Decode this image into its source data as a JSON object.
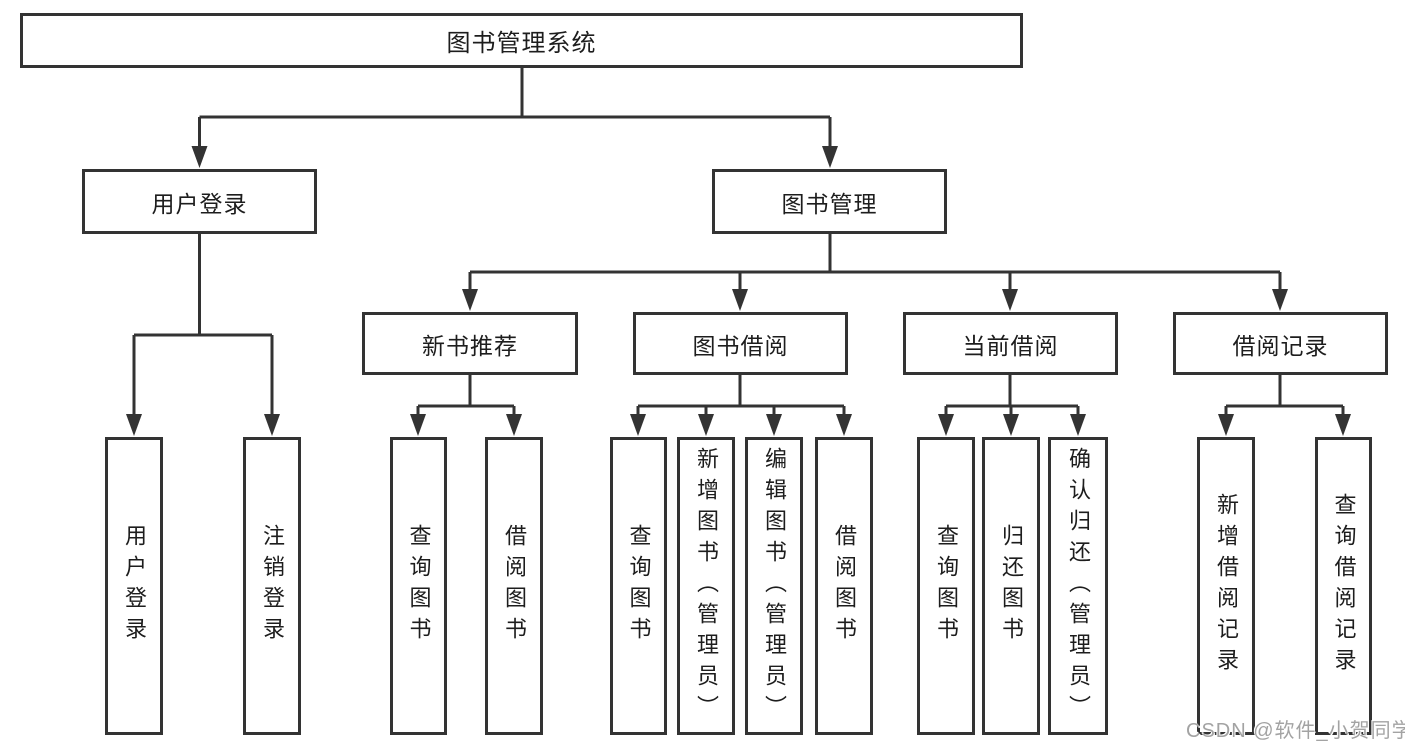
{
  "root": {
    "label": "图书管理系统"
  },
  "level2": [
    {
      "label": "用户登录"
    },
    {
      "label": "图书管理"
    }
  ],
  "level3": [
    {
      "label": "新书推荐",
      "parent": "图书管理"
    },
    {
      "label": "图书借阅",
      "parent": "图书管理"
    },
    {
      "label": "当前借阅",
      "parent": "图书管理"
    },
    {
      "label": "借阅记录",
      "parent": "图书管理"
    }
  ],
  "leaves": [
    {
      "label": "用户登录",
      "parent": "用户登录"
    },
    {
      "label": "注销登录",
      "parent": "用户登录"
    },
    {
      "label": "查询图书",
      "parent": "新书推荐"
    },
    {
      "label": "借阅图书",
      "parent": "新书推荐"
    },
    {
      "label": "查询图书",
      "parent": "图书借阅"
    },
    {
      "label": "新增图书（管理员）",
      "parent": "图书借阅"
    },
    {
      "label": "编辑图书（管理员）",
      "parent": "图书借阅"
    },
    {
      "label": "借阅图书",
      "parent": "图书借阅"
    },
    {
      "label": "查询图书",
      "parent": "当前借阅"
    },
    {
      "label": "归还图书",
      "parent": "当前借阅"
    },
    {
      "label": "确认归还（管理员）",
      "parent": "当前借阅"
    },
    {
      "label": "新增借阅记录",
      "parent": "借阅记录"
    },
    {
      "label": "查询借阅记录",
      "parent": "借阅记录"
    }
  ],
  "watermark": {
    "text": "CSDN @软件_小贺同学"
  },
  "colors": {
    "line": "#333333",
    "text": "#1d1d1d",
    "watermark": "#a3a3a3",
    "background": "#ffffff"
  }
}
